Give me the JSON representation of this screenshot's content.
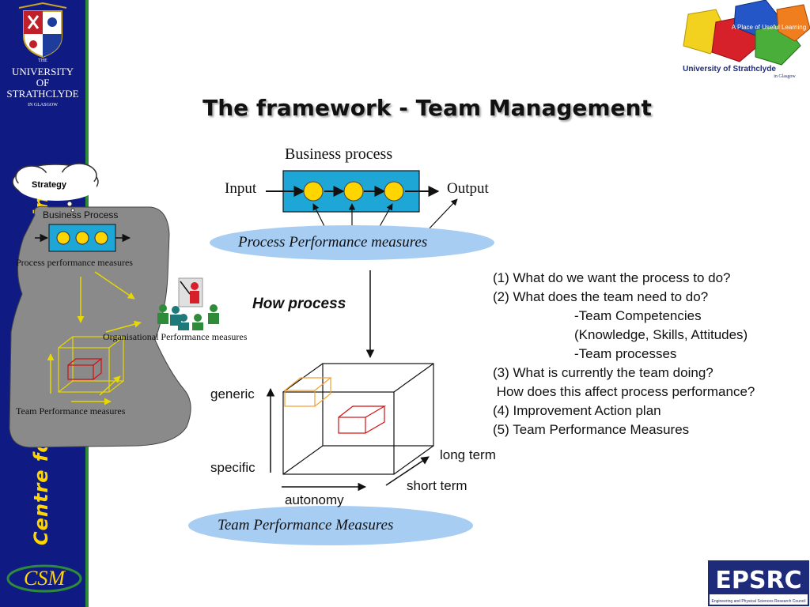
{
  "header": {
    "title": "The framework - Team Management",
    "university_line1": "UNIVERSITY OF",
    "university_line2": "STRATHCLYDE",
    "university_line3": "IN GLASGOW",
    "university_prefix": "THE",
    "right_logo_tagline": "A Place of Useful Learning",
    "right_logo_name": "University of Strathclyde",
    "right_logo_city": "in Glasgow"
  },
  "sidebar": {
    "vertical_title": "Centre for Systems Engineering",
    "csm_logo_text": "CSM"
  },
  "left_diagram": {
    "strategy_label": "Strategy",
    "business_process_label": "Business Process",
    "process_performance_label": "Process performance  measures",
    "organisational_label": "Organisational Performance measures",
    "team_performance_label": "Team Performance measures"
  },
  "main_diagram": {
    "business_process_label": "Business process",
    "input_label": "Input",
    "output_label": "Output",
    "process_performance_measures": "Process Performance measures",
    "how_process_label": "How process",
    "generic_label": "generic",
    "specific_label": "specific",
    "long_term_label": "long term",
    "short_term_label": "short term",
    "autonomy_label": "autonomy",
    "team_performance_measures": "Team Performance Measures"
  },
  "questions": {
    "q1": "(1) What do we want the process to do?",
    "q2": "(2) What does the team need to do?",
    "q2a": "-Team Competencies",
    "q2b": "(Knowledge, Skills, Attitudes)",
    "q2c": "-Team processes",
    "q3": "(3) What is currently the team doing?",
    "q3a": " How does this affect process performance?",
    "q4": "(4) Improvement Action plan",
    "q5": "(5) Team Performance Measures"
  },
  "footer": {
    "epsrc_name": "EPSRC",
    "epsrc_full": "Engineering and Physical Sciences Research Council"
  },
  "colors": {
    "sidebar_blue": "#0f1a82",
    "accent_yellow": "#ffd500",
    "process_box_blue": "#1ea6d6",
    "ellipse_blue": "#a8cdf2",
    "gray_blob": "#8a8a8a"
  }
}
